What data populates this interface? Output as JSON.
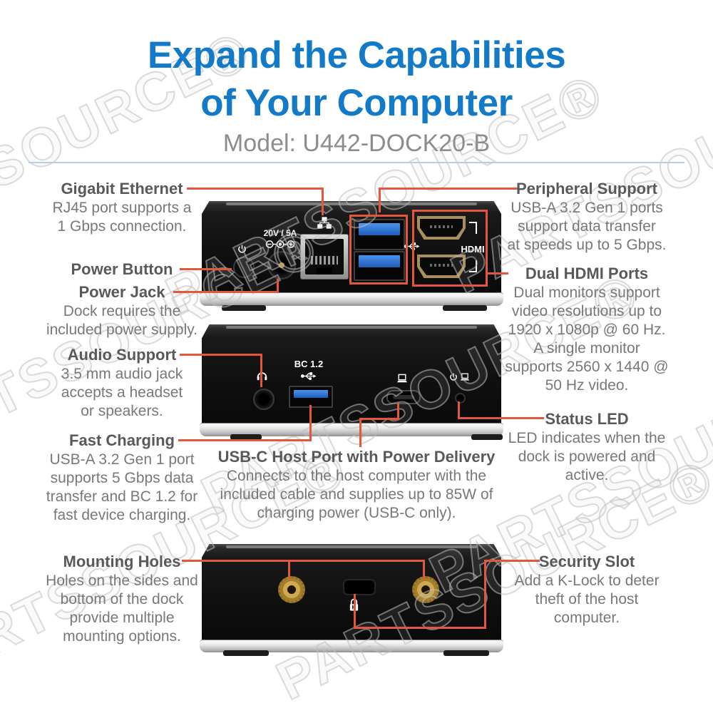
{
  "header": {
    "title": "Expand the Capabilities\nof Your Computer",
    "model": "Model: U442-DOCK20-B"
  },
  "watermark": {
    "text": "PARTSSOURCE®"
  },
  "callouts": {
    "gigabit_ethernet": {
      "title": "Gigabit Ethernet",
      "body": "RJ45 port supports a\n1 Gbps connection."
    },
    "power_button": {
      "title": "Power Button",
      "body": ""
    },
    "power_jack": {
      "title": "Power Jack",
      "body": "Dock requires the\nincluded power supply."
    },
    "audio_support": {
      "title": "Audio Support",
      "body": "3.5 mm audio jack\naccepts a headset\nor speakers."
    },
    "fast_charging": {
      "title": "Fast Charging",
      "body": "USB-A 3.2 Gen 1 port\nsupports 5 Gbps data\ntransfer and BC 1.2 for\nfast device charging."
    },
    "peripheral_support": {
      "title": "Peripheral Support",
      "body": "USB-A 3.2 Gen 1 ports\nsupport data transfer\nat speeds up to 5 Gbps."
    },
    "dual_hdmi": {
      "title": "Dual HDMI Ports",
      "body": "Dual monitors support\nvideo resolutions up to\n1920 x 1080p @ 60 Hz.\nA single monitor\nsupports 2560 x 1440 @\n50 Hz video."
    },
    "status_led": {
      "title": "Status LED",
      "body": "LED indicates when the\ndock is powered and\nactive."
    },
    "usbc_host": {
      "title": "USB-C Host Port with Power Delivery",
      "body": "Connects to the host computer with the\nincluded cable and supplies up to 85W of\ncharging power (USB-C only)."
    },
    "mounting_holes": {
      "title": "Mounting Holes",
      "body": "Holes on the sides and\nbottom of the dock\nprovide multiple\nmounting options."
    },
    "security_slot": {
      "title": "Security Slot",
      "body": "Add a K-Lock to deter\ntheft of the host\ncomputer."
    }
  },
  "device_labels": {
    "power_rating": "20V / 5A",
    "fast_charge_port": "BC 1.2",
    "hdmi": "HDMI"
  },
  "colors": {
    "title_blue": "#137ac8",
    "callout_orange": "#e4573c",
    "heading_gray": "#58595b",
    "body_gray": "#77787a",
    "usb_blue": "#2e79d8",
    "rule_blue": "#b3cfe8"
  }
}
